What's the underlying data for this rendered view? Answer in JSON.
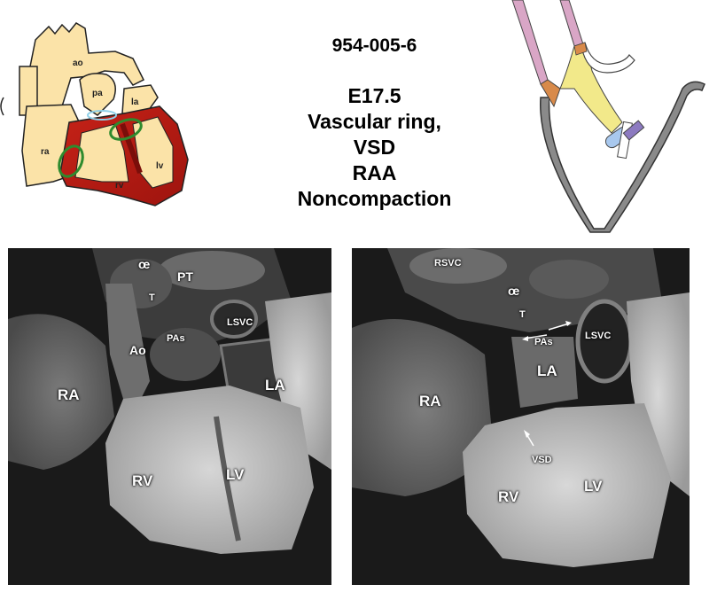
{
  "header": {
    "specimen_id": "954-005-6",
    "lines": [
      "E17.5",
      "Vascular ring,",
      "VSD",
      "RAA",
      "Noncompaction"
    ]
  },
  "schematic": {
    "labels": {
      "ao": "ao",
      "pa": "pa",
      "la": "la",
      "ra": "ra",
      "lv": "lv",
      "rv": "rv"
    },
    "colors": {
      "heart_fill": "#fbe3a8",
      "myocardium": "#b81c14",
      "valve_ring": "#2e8b2e",
      "outline": "#222222"
    }
  },
  "arch_diagram": {
    "colors": {
      "pink": "#d9a6c6",
      "yellow": "#f2e98a",
      "orange": "#d88a4a",
      "gray": "#8a8a8a",
      "blue": "#a8c8ee",
      "purple": "#8c7ac0"
    }
  },
  "left_panel": {
    "labels": {
      "oe": "œ",
      "pt": "PT",
      "t": "T",
      "lsvc": "LSVC",
      "pas": "PAs",
      "ao": "Ao",
      "la": "LA",
      "ra": "RA",
      "rv": "RV",
      "lv": "LV"
    }
  },
  "right_panel": {
    "labels": {
      "rsvc": "RSVC",
      "oe": "œ",
      "t": "T",
      "pas": "PAs",
      "lsvc": "LSVC",
      "la": "LA",
      "ra": "RA",
      "vsd": "VSD",
      "rv": "RV",
      "lv": "LV"
    }
  }
}
